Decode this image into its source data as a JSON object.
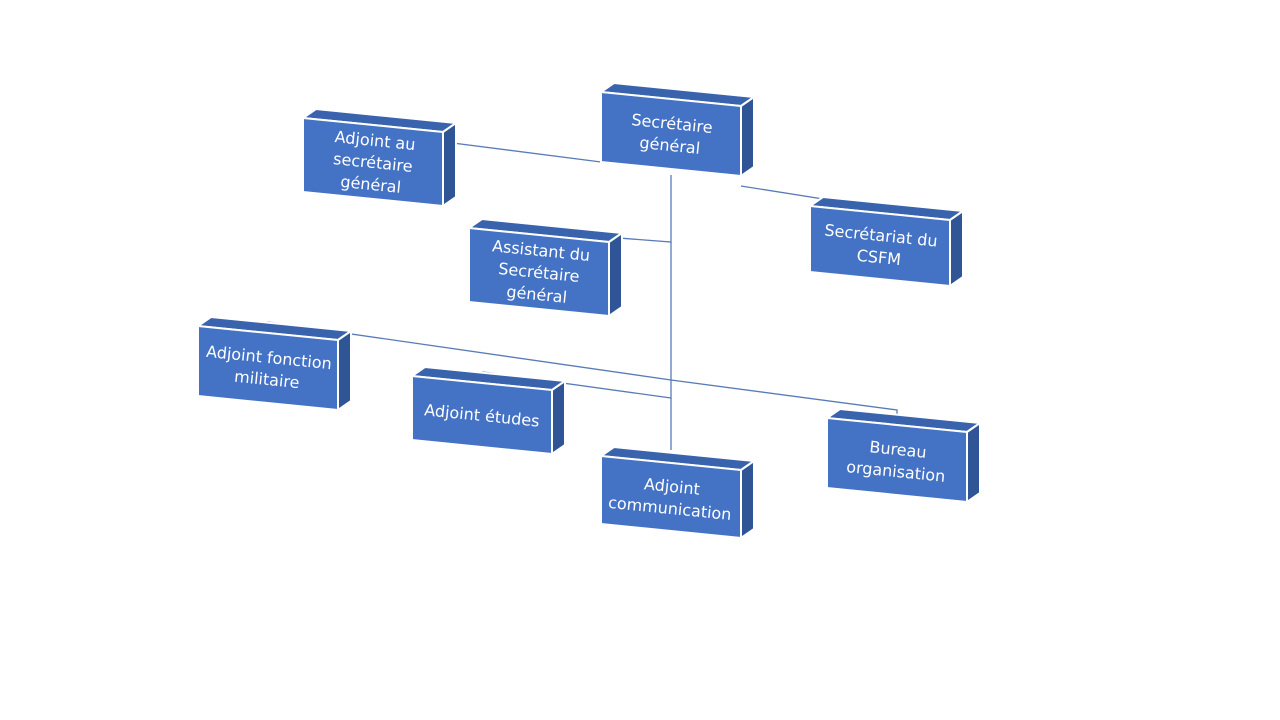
{
  "colors": {
    "box_front": "#4472c4",
    "box_side": "#2f5597",
    "box_top": "#3a63ad",
    "connector": "#5a7bb8",
    "text": "#ffffff"
  },
  "nodes": [
    {
      "id": "secretaire-general",
      "lines": [
        "Secrétaire",
        "général"
      ]
    },
    {
      "id": "adjoint-au-secretaire-general",
      "lines": [
        "Adjoint au",
        "secrétaire",
        "général"
      ]
    },
    {
      "id": "secretariat-du-csfm",
      "lines": [
        "Secrétariat du",
        "CSFM"
      ]
    },
    {
      "id": "assistant-du-secretaire-general",
      "lines": [
        "Assistant du",
        "Secrétaire",
        "général"
      ]
    },
    {
      "id": "adjoint-fonction-militaire",
      "lines": [
        "Adjoint fonction",
        "militaire"
      ]
    },
    {
      "id": "adjoint-etudes",
      "lines": [
        "Adjoint études"
      ]
    },
    {
      "id": "adjoint-communication",
      "lines": [
        "Adjoint",
        "communication"
      ]
    },
    {
      "id": "bureau-organisation",
      "lines": [
        "Bureau",
        "organisation"
      ]
    }
  ],
  "edges": [
    {
      "from": "secretaire-general",
      "to": "adjoint-au-secretaire-general"
    },
    {
      "from": "secretaire-general",
      "to": "secretariat-du-csfm"
    },
    {
      "from": "secretaire-general",
      "to": "assistant-du-secretaire-general"
    },
    {
      "from": "secretaire-general",
      "to": "adjoint-fonction-militaire"
    },
    {
      "from": "secretaire-general",
      "to": "adjoint-etudes"
    },
    {
      "from": "secretaire-general",
      "to": "adjoint-communication"
    },
    {
      "from": "secretaire-general",
      "to": "bureau-organisation"
    }
  ]
}
